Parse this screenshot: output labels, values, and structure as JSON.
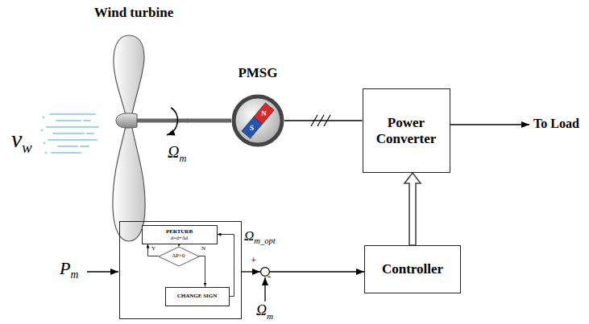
{
  "diagram": {
    "nodes": [
      {
        "text": [
          "Wind turbine"
        ]
      },
      {
        "text": [
          "PMSG",
          "N",
          "S"
        ]
      },
      {
        "text": [
          "Power Converter"
        ]
      },
      {
        "text": []
      },
      {
        "text": [
          "PERTURB",
          "d=d+Δd"
        ],
        "in": 3
      },
      {
        "text": [
          "ΔP>0"
        ],
        "in": 3
      },
      {
        "text": [
          "CHANGE SIGN"
        ],
        "in": 3
      },
      {
        "text": [
          "+",
          "-"
        ]
      },
      {
        "text": [
          "Controller"
        ]
      }
    ],
    "edges": [
      {
        "from": 0,
        "to": 1,
        "arrow": "none"
      },
      {
        "from": 1,
        "to": 2,
        "arrow": "none"
      },
      {
        "from": 4,
        "to": 5,
        "arrow": "to"
      },
      {
        "from": 5,
        "to": 4,
        "label": "Y",
        "arrow": "to"
      },
      {
        "from": 5,
        "to": 6,
        "label": "N",
        "arrow": "to"
      },
      {
        "from": 6,
        "to": 4,
        "arrow": "to"
      },
      {
        "from": 3,
        "to": 7,
        "label": "Ωm_opt",
        "arrow": "to"
      },
      {
        "from": 7,
        "to": 8,
        "arrow": "to"
      },
      {
        "from": 8,
        "to": 2,
        "arrow": "to"
      }
    ],
    "labels": [
      "vw",
      "Ωm",
      "Pm",
      "Ωm",
      "To Load"
    ]
  }
}
